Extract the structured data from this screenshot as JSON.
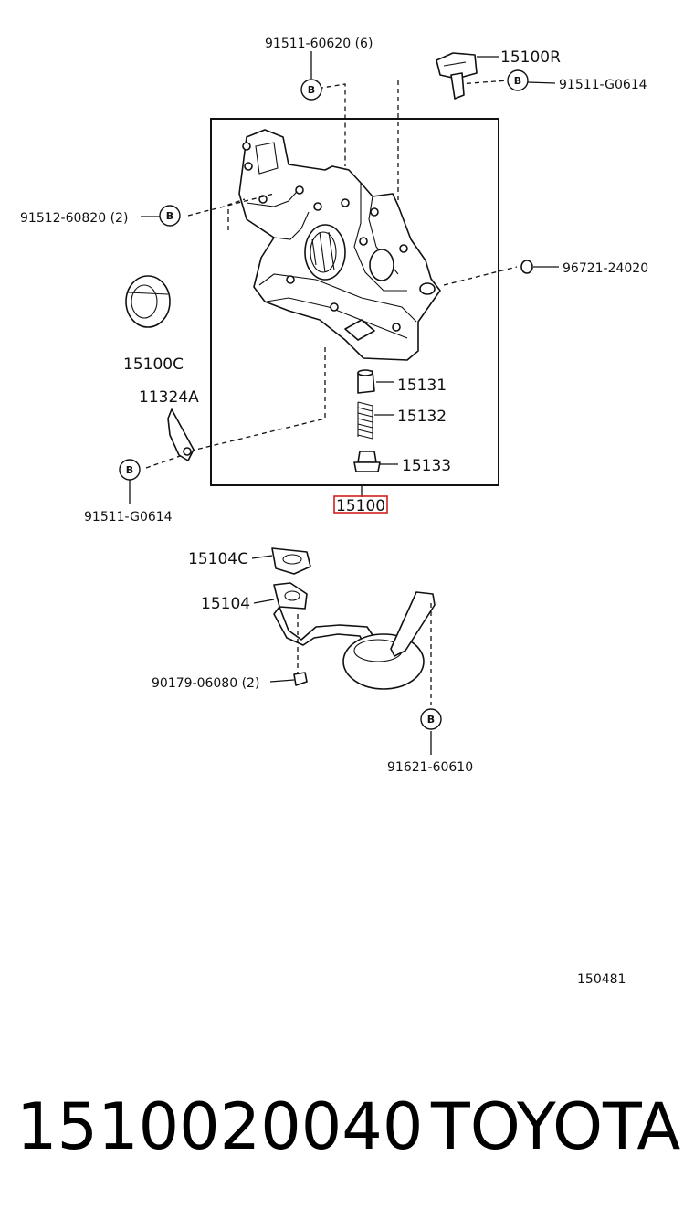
{
  "diagram": {
    "labels": {
      "bolt_top": "91511-60620 (6)",
      "sensor": "15100R",
      "bolt_sensor": "91511-G0614",
      "bolt_left": "91512-60820 (2)",
      "oring": "96721-24020",
      "seal": "15100C",
      "plunger": "15131",
      "spring": "15132",
      "plug": "15133",
      "bracket": "11324A",
      "bolt_bracket": "91511-G0614",
      "assembly": "15100",
      "gasket_c": "15104C",
      "strainer": "15104",
      "nut": "90179-06080 (2)",
      "bolt_strainer": "91621-60610",
      "diagram_id": "150481"
    },
    "bolt_marker": "B",
    "highlight_color": "#d21f1f"
  },
  "footer": {
    "part_number": "1510020040",
    "brand": "TOYOTA"
  }
}
